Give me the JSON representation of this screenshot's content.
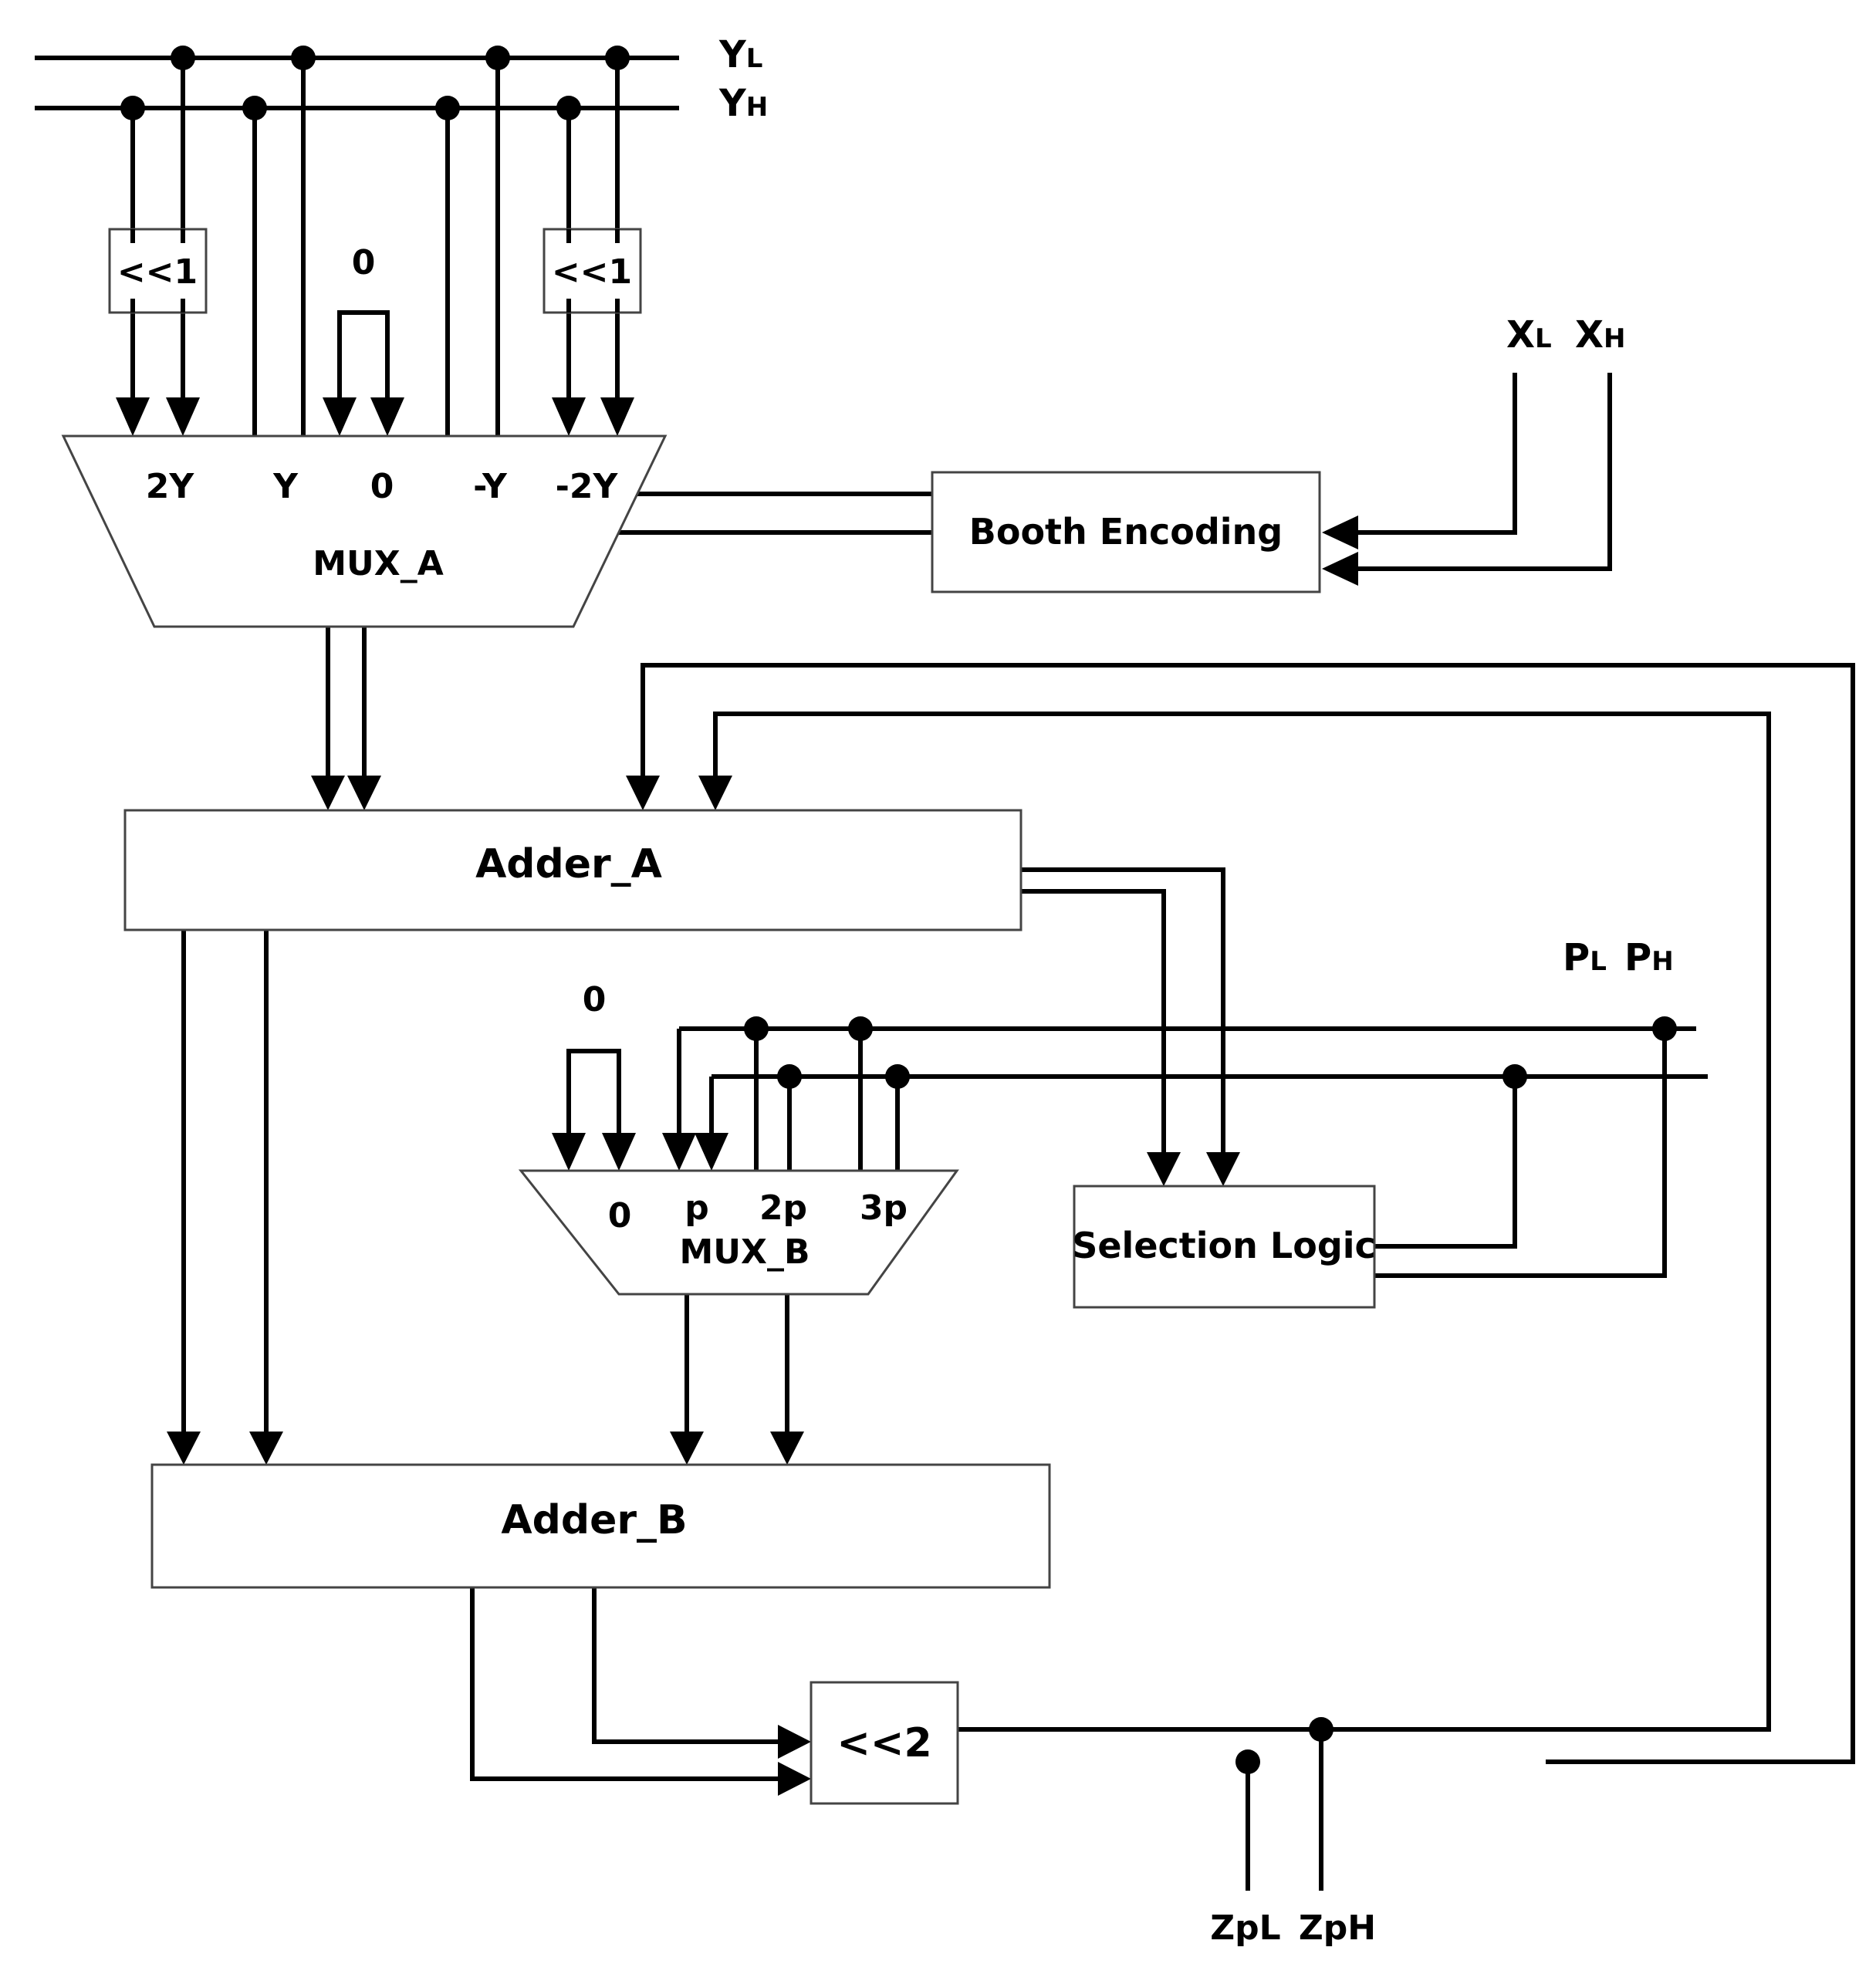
{
  "signals": {
    "y_low": {
      "main": "Y",
      "sub": "L"
    },
    "y_high": {
      "main": "Y",
      "sub": "H"
    },
    "x_low": {
      "main": "X",
      "sub": "L"
    },
    "x_high": {
      "main": "X",
      "sub": "H"
    },
    "p_low": {
      "main": "P",
      "sub": "L"
    },
    "p_high": {
      "main": "P",
      "sub": "H"
    },
    "zp_low": "ZpL",
    "zp_high": "ZpH"
  },
  "blocks": {
    "shift_left_1_a": "<<1",
    "shift_left_1_b": "<<1",
    "zero_const_a": "0",
    "zero_const_b": "0",
    "mux_a": {
      "name": "MUX_A",
      "inputs": [
        "2Y",
        "Y",
        "0",
        "-Y",
        "-2Y"
      ]
    },
    "booth_encoding": "Booth Encoding",
    "adder_a": "Adder_A",
    "mux_b": {
      "name": "MUX_B",
      "inputs": [
        "0",
        "p",
        "2p",
        "3p"
      ]
    },
    "selection_logic": "Selection Logic",
    "adder_b": "Adder_B",
    "shift_left_2": "<<2"
  }
}
